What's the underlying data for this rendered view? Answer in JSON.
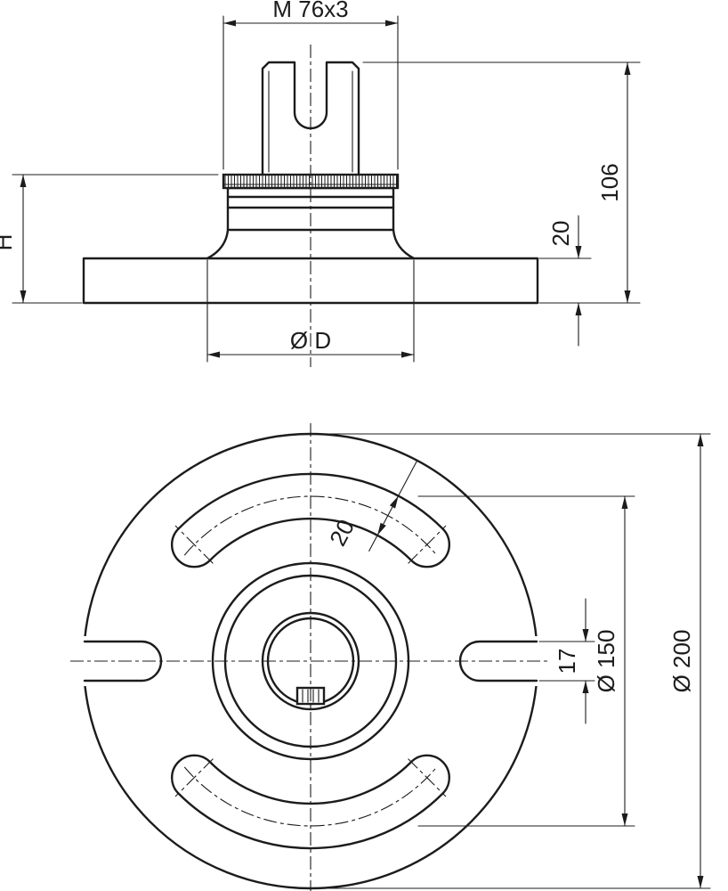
{
  "drawing": {
    "front_view": {
      "thread_label": "M 76x3",
      "total_height": "106",
      "collar_height": "H",
      "plate_thickness": "20",
      "boss_diameter": "Ø D"
    },
    "plan_view": {
      "slot_width": "20",
      "notch_width": "17",
      "slot_circle_diameter": "Ø 150",
      "outer_diameter": "Ø 200"
    }
  }
}
